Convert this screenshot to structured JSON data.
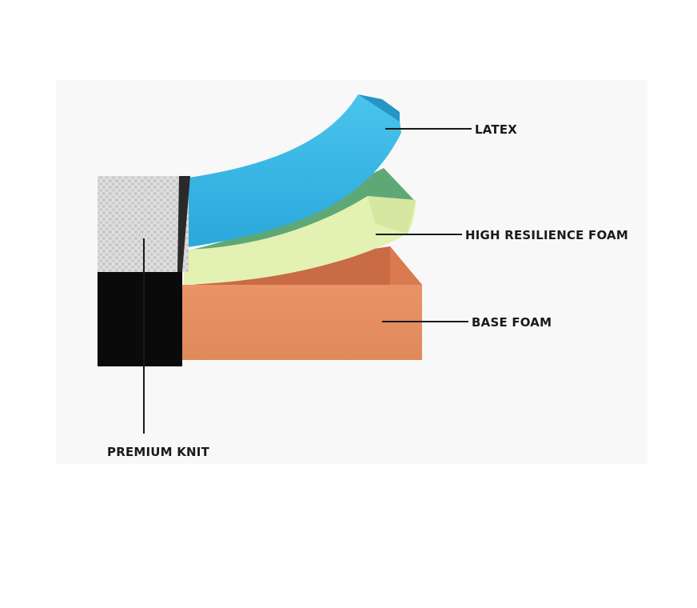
{
  "diagram": {
    "labels": {
      "latex": "LATEX",
      "high_resilience_foam": "HIGH RESILIENCE FOAM",
      "base_foam": "BASE FOAM",
      "premium_knit": "PREMIUM KNIT"
    },
    "colors": {
      "latex": "#35b6e4",
      "high_resilience_foam": "#e4f2b4",
      "high_resilience_foam_top": "#5fa877",
      "base_foam": "#e78f62",
      "base_foam_top": "#c76a45",
      "knit_upper": "#d6d6d6",
      "knit_lower": "#0a0a0a",
      "leader_line": "#1a1a1a",
      "background_panel": "#f7f7f7"
    }
  }
}
